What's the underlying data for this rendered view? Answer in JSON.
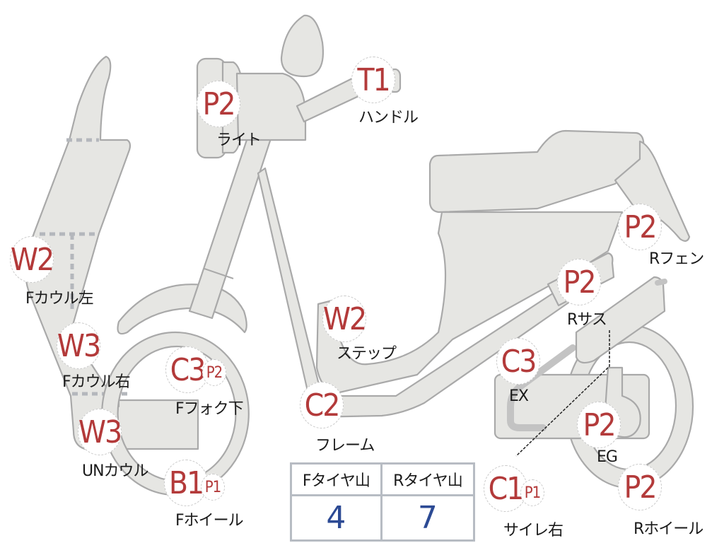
{
  "diagram": {
    "subject": "motorcycle (scooter) damage/inspection chart",
    "colors": {
      "part_fill": "#e6e6e3",
      "part_stroke": "#a9a9a9",
      "code_text": "#b33a3a",
      "label_text": "#1a1a1a",
      "table_value": "#2c4a94",
      "table_border": "#b7bcc3"
    }
  },
  "parts": [
    {
      "id": "light",
      "code": "P2",
      "label": "ライト"
    },
    {
      "id": "handle",
      "code": "T1",
      "label": "ハンドル"
    },
    {
      "id": "f-cowl-left",
      "code": "W2",
      "label": "Fカウル左"
    },
    {
      "id": "f-cowl-right",
      "code": "W3",
      "label": "Fカウル右"
    },
    {
      "id": "f-fork-lower",
      "code": "C3",
      "extra": "P2",
      "label": "Fフォク下"
    },
    {
      "id": "un-cowl",
      "code": "W3",
      "label": "UNカウル"
    },
    {
      "id": "f-wheel",
      "code": "B1",
      "extra": "P1",
      "label": "Fホイール"
    },
    {
      "id": "step",
      "code": "W2",
      "label": "ステップ"
    },
    {
      "id": "frame",
      "code": "C2",
      "label": "フレーム"
    },
    {
      "id": "r-fender",
      "code": "P2",
      "label": "Rフェン"
    },
    {
      "id": "r-suspension",
      "code": "P2",
      "label": "Rサス"
    },
    {
      "id": "exhaust",
      "code": "C3",
      "label": "EX"
    },
    {
      "id": "engine",
      "code": "P2",
      "label": "EG"
    },
    {
      "id": "muffler-right",
      "code": "C1",
      "extra": "P1",
      "label": "サイレ右"
    },
    {
      "id": "r-wheel",
      "code": "P2",
      "label": "Rホイール"
    }
  ],
  "tire_table": {
    "headers": [
      "Fタイヤ山",
      "Rタイヤ山"
    ],
    "values": [
      "4",
      "7"
    ]
  }
}
